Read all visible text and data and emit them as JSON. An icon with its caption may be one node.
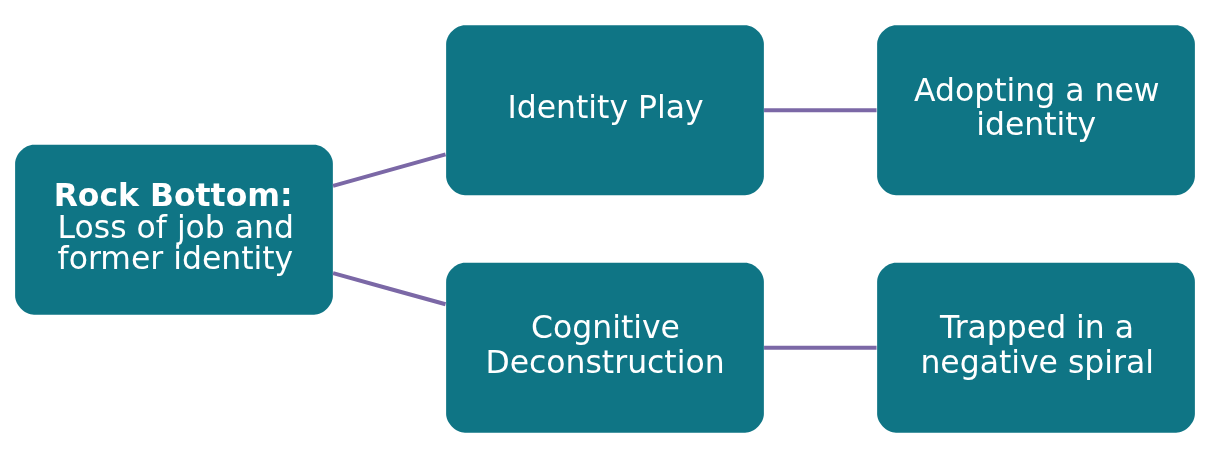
{
  "diagram": {
    "nodes": [
      {
        "text": [
          "Rock Bottom:",
          "Loss of job and former identity"
        ]
      },
      {
        "text": [
          "Identity Play"
        ]
      },
      {
        "text": [
          "Adopting a new identity"
        ]
      },
      {
        "text": [
          "Cognitive Deconstruction"
        ]
      },
      {
        "text": [
          "Trapped in a negative spiral"
        ]
      }
    ],
    "edges": [
      {
        "from": 0,
        "to": 1,
        "arrow": "none"
      },
      {
        "from": 1,
        "to": 2,
        "arrow": "none"
      },
      {
        "from": 0,
        "to": 3,
        "arrow": "none"
      },
      {
        "from": 3,
        "to": 4,
        "arrow": "none"
      }
    ]
  }
}
